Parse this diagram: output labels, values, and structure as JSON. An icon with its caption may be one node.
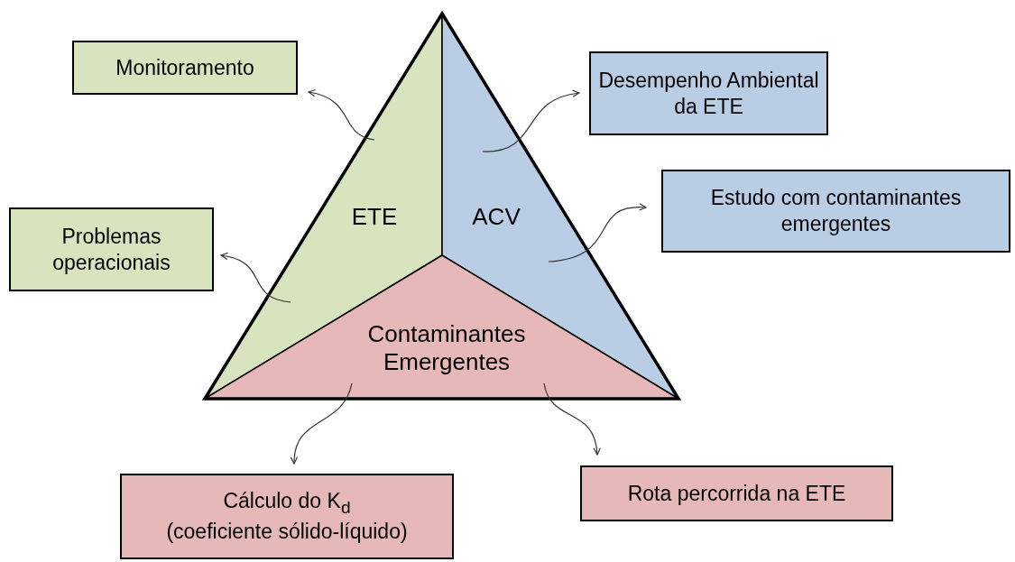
{
  "diagram": {
    "nodes": [
      {
        "text": [
          "Monitoramento"
        ]
      },
      {
        "text": [
          "Desempenho Ambiental da ETE"
        ]
      },
      {
        "text": [
          "Problemas operacionais"
        ]
      },
      {
        "text": [
          "Estudo com contaminantes emergentes"
        ]
      },
      {
        "text": [
          "ETE"
        ]
      },
      {
        "text": [
          "ACV"
        ]
      },
      {
        "text": [
          "Contaminantes Emergentes"
        ]
      },
      {
        "text": [
          "Cálculo do K$_{d}$",
          "(coeficiente sólido-líquido)"
        ]
      },
      {
        "text": [
          "Rota percorrida na ETE"
        ]
      }
    ],
    "edges": [
      {
        "from": 4,
        "to": 0,
        "arrow": "to"
      },
      {
        "from": 5,
        "to": 1,
        "arrow": "to"
      },
      {
        "from": 4,
        "to": 2,
        "arrow": "to"
      },
      {
        "from": 5,
        "to": 3,
        "arrow": "to"
      },
      {
        "from": 6,
        "to": 7,
        "arrow": "to"
      },
      {
        "from": 6,
        "to": 8,
        "arrow": "to"
      }
    ]
  }
}
